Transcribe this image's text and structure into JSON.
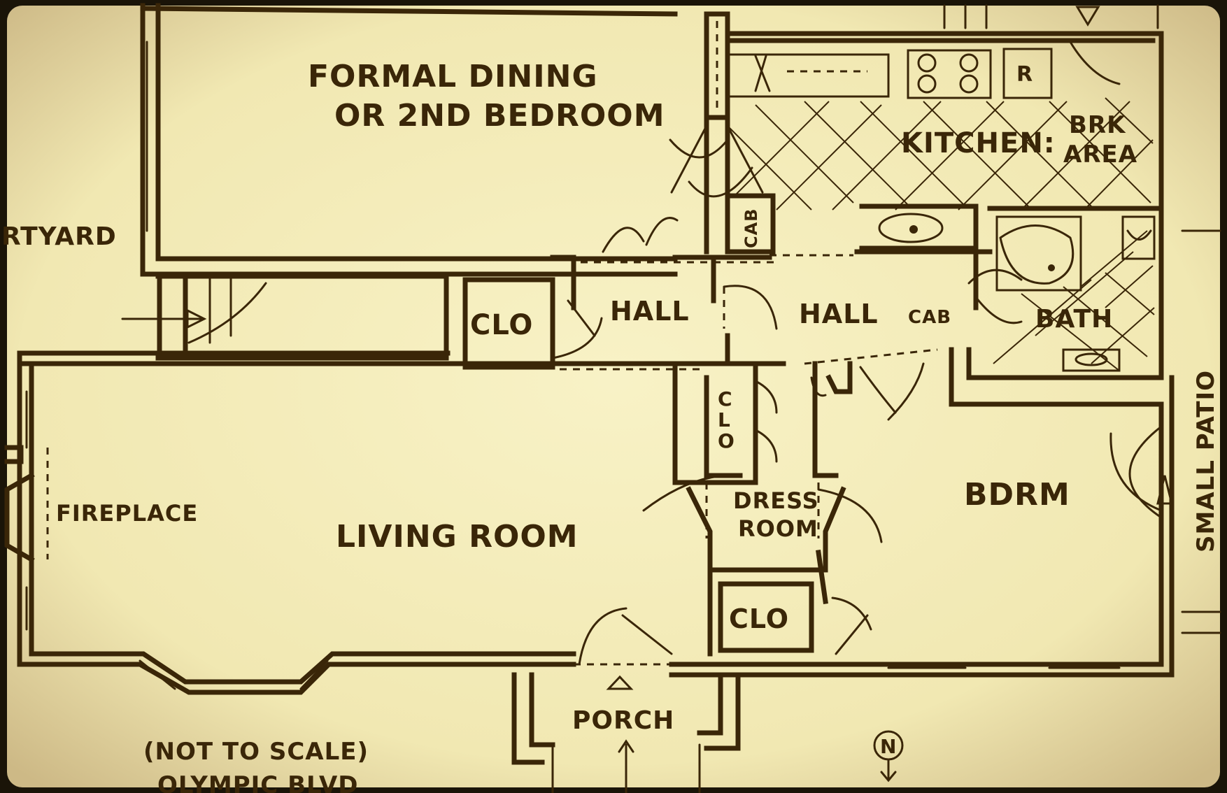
{
  "labels": {
    "formal_dining_line1": "FORMAL DINING",
    "formal_dining_line2": "OR 2ND BEDROOM",
    "courtyard": "RTYARD",
    "kitchen": "KITCHEN:",
    "brk": "BRK",
    "area": "AREA",
    "fridge": "R",
    "cab_vertical": "CAB",
    "hall_left": "HALL",
    "hall_right": "HALL",
    "cab_right": "CAB",
    "bath": "BATH",
    "clo_hall": "CLO",
    "clo_vertical_c": "C",
    "clo_vertical_l": "L",
    "clo_vertical_o": "O",
    "fireplace": "FIREPLACE",
    "living_room": "LIVING ROOM",
    "dress_line1": "DRESS",
    "dress_line2": "ROOM",
    "clo_bottom": "CLO",
    "bdrm": "BDRM",
    "small_patio": "SMALL PATIO",
    "porch": "PORCH",
    "not_to_scale": "(NOT TO SCALE)",
    "street": "OLYMPIC BLVD",
    "north": "N"
  },
  "colors": {
    "paper": "#f6efbf",
    "ink": "#3a2608",
    "vignette": "#1a1408"
  }
}
